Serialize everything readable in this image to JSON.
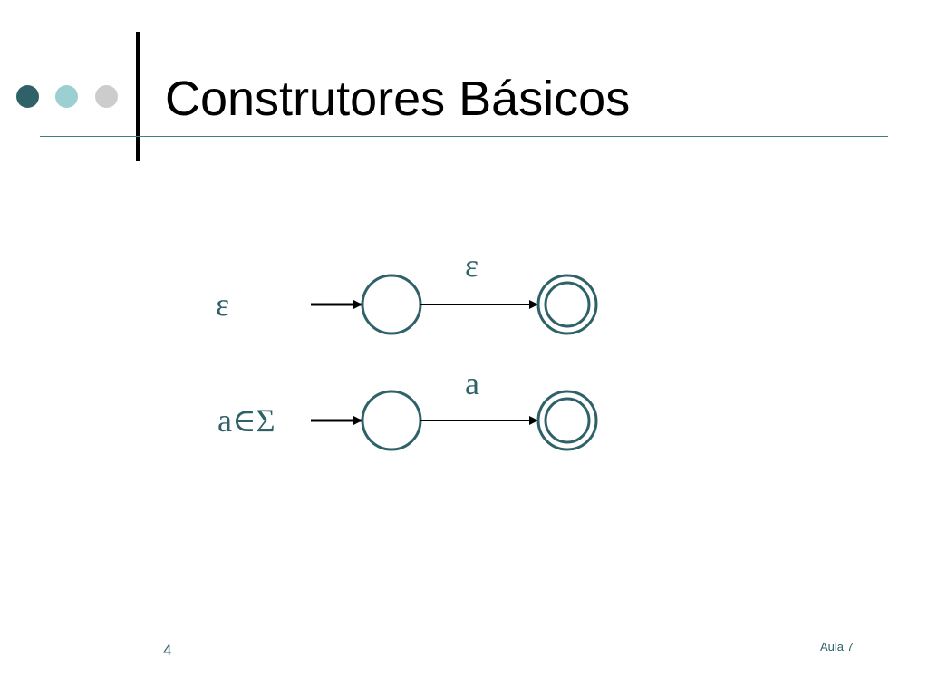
{
  "slide": {
    "title": "Construtores Básicos",
    "page_number": "4",
    "footer_text": "Aula 7"
  },
  "colors": {
    "dot_1": "#2f6268",
    "dot_2": "#9ccfd2",
    "dot_3": "#cccccc",
    "rule": "#3f7f83",
    "state_stroke": "#2f6268",
    "symbol_text": "#2f6268",
    "arrow": "#000000",
    "footer_page": "#2f6268",
    "footer_text": "#2f6268"
  },
  "constructors": [
    {
      "label": "ε",
      "transition_symbol": "ε",
      "states": [
        "start",
        "accepting"
      ]
    },
    {
      "label": "a∈Σ",
      "transition_symbol": "a",
      "states": [
        "start",
        "accepting"
      ]
    }
  ]
}
